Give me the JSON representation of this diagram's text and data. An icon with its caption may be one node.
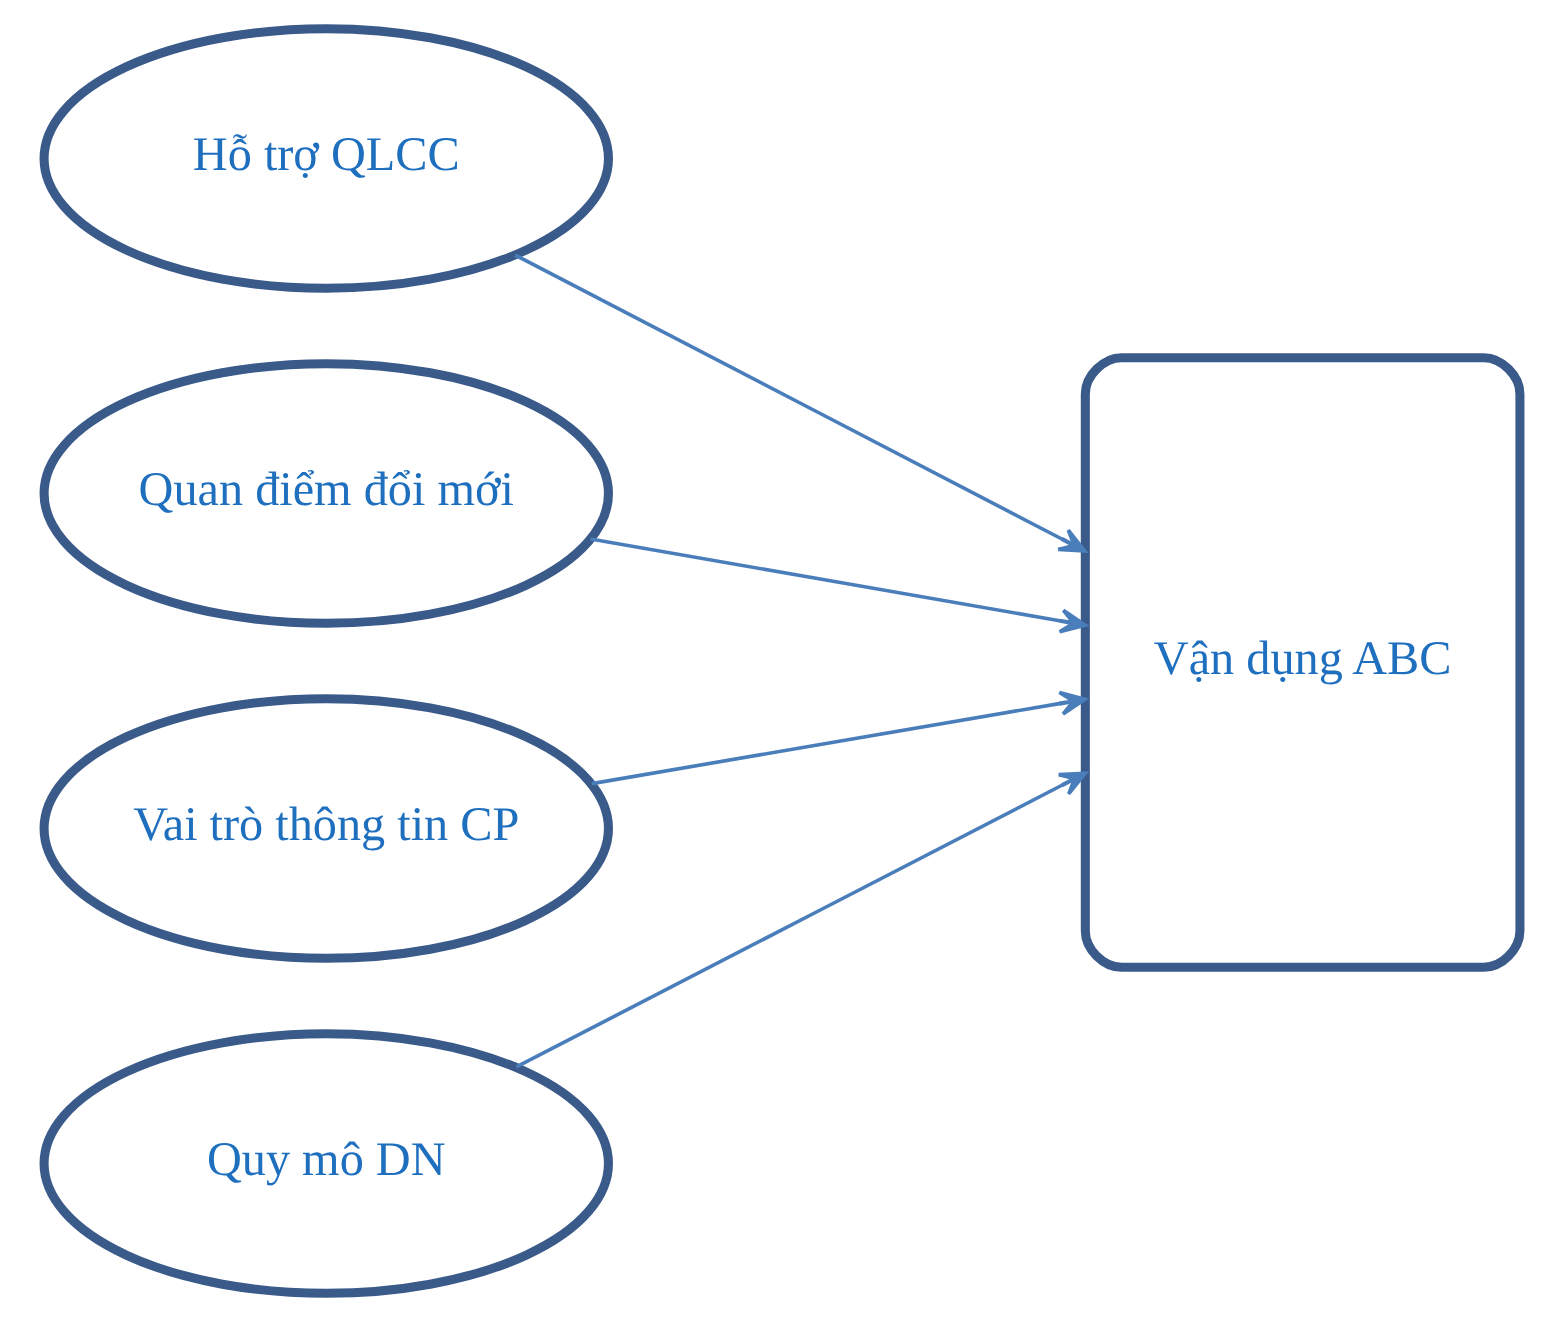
{
  "diagram": {
    "nodes": [
      {
        "text": [
          "Hỗ trợ QLCC"
        ]
      },
      {
        "text": [
          "Quan điểm đổi mới"
        ]
      },
      {
        "text": [
          "Vai trò thông tin CP"
        ]
      },
      {
        "text": [
          "Quy mô DN"
        ]
      },
      {
        "text": [
          "Vận dụng ABC"
        ]
      }
    ],
    "edges": [
      {
        "from": 0,
        "to": 4,
        "arrow": "to"
      },
      {
        "from": 1,
        "to": 4,
        "arrow": "to"
      },
      {
        "from": 2,
        "to": 4,
        "arrow": "to"
      },
      {
        "from": 3,
        "to": 4,
        "arrow": "to"
      }
    ]
  }
}
